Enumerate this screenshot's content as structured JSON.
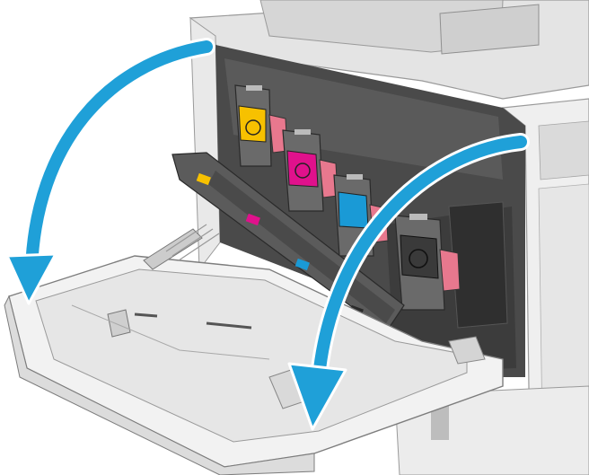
{
  "illustration": {
    "subject": "printer-front-door-open-toner-cartridges",
    "colors": {
      "arrow": "#1fa0d8",
      "arrow_outline": "#ffffff",
      "yellow_toner": "#f7c100",
      "magenta_toner": "#e0118c",
      "cyan_toner": "#1a9ad6",
      "black_toner": "#3a3a3a",
      "release_tab": "#e8788e",
      "printer_body": "#ededed",
      "printer_shadow": "#c9c9c9",
      "cavity_dark": "#4a4a4a"
    },
    "arrows": [
      {
        "name": "left-door-arrow",
        "direction": "down-left"
      },
      {
        "name": "right-door-arrow",
        "direction": "down"
      }
    ],
    "cartridges": [
      {
        "name": "yellow",
        "slot": 1
      },
      {
        "name": "magenta",
        "slot": 2
      },
      {
        "name": "cyan",
        "slot": 3
      },
      {
        "name": "black",
        "slot": 4
      }
    ]
  }
}
